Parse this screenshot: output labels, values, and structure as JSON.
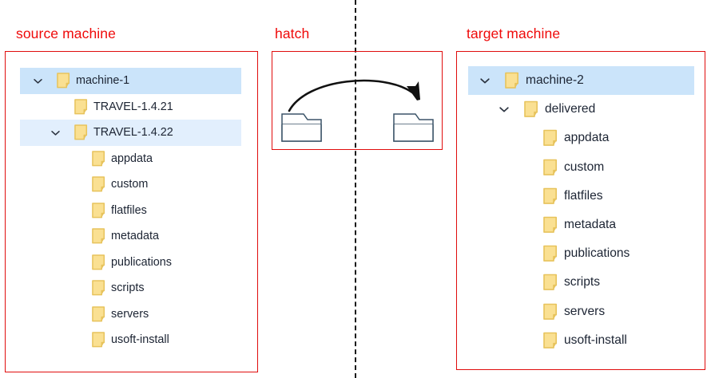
{
  "colors": {
    "caption_red": "#ef0a0a",
    "panel_border_red": "#e00c0c",
    "selection_blue_strong": "#cbe4fa",
    "selection_blue_light": "#e2effd",
    "folder_fill": "#fae092",
    "folder_border": "#e7c35c",
    "folder_outline_stroke": "#3b5468",
    "label_text": "#1c2433",
    "divider_black": "#1a1a1a"
  },
  "captions": {
    "source": "source machine",
    "hatch": "hatch",
    "target": "target machine"
  },
  "source_panel": {
    "rows": [
      {
        "label": "machine-1",
        "depth": 0,
        "chevron": "expanded",
        "selected": "strong"
      },
      {
        "label": "TRAVEL-1.4.21",
        "depth": 1,
        "chevron": "none",
        "selected": "none"
      },
      {
        "label": "TRAVEL-1.4.22",
        "depth": 1,
        "chevron": "expanded",
        "selected": "light"
      },
      {
        "label": "appdata",
        "depth": 2,
        "chevron": "none",
        "selected": "none"
      },
      {
        "label": "custom",
        "depth": 2,
        "chevron": "none",
        "selected": "none"
      },
      {
        "label": "flatfiles",
        "depth": 2,
        "chevron": "none",
        "selected": "none"
      },
      {
        "label": "metadata",
        "depth": 2,
        "chevron": "none",
        "selected": "none"
      },
      {
        "label": "publications",
        "depth": 2,
        "chevron": "none",
        "selected": "none"
      },
      {
        "label": "scripts",
        "depth": 2,
        "chevron": "none",
        "selected": "none"
      },
      {
        "label": "servers",
        "depth": 2,
        "chevron": "none",
        "selected": "none"
      },
      {
        "label": "usoft-install",
        "depth": 2,
        "chevron": "none",
        "selected": "none"
      }
    ]
  },
  "target_panel": {
    "rows": [
      {
        "label": "machine-2",
        "depth": 0,
        "chevron": "expanded",
        "selected": "strong"
      },
      {
        "label": "delivered",
        "depth": 1,
        "chevron": "expanded",
        "selected": "none"
      },
      {
        "label": "appdata",
        "depth": 2,
        "chevron": "none",
        "selected": "none"
      },
      {
        "label": "custom",
        "depth": 2,
        "chevron": "none",
        "selected": "none"
      },
      {
        "label": "flatfiles",
        "depth": 2,
        "chevron": "none",
        "selected": "none"
      },
      {
        "label": "metadata",
        "depth": 2,
        "chevron": "none",
        "selected": "none"
      },
      {
        "label": "publications",
        "depth": 2,
        "chevron": "none",
        "selected": "none"
      },
      {
        "label": "scripts",
        "depth": 2,
        "chevron": "none",
        "selected": "none"
      },
      {
        "label": "servers",
        "depth": 2,
        "chevron": "none",
        "selected": "none"
      },
      {
        "label": "usoft-install",
        "depth": 2,
        "chevron": "none",
        "selected": "none"
      }
    ]
  },
  "hatch_panel": {
    "icons": [
      "folder-outline-source",
      "folder-outline-target"
    ],
    "arrow": "curved-arrow-left-to-right"
  }
}
